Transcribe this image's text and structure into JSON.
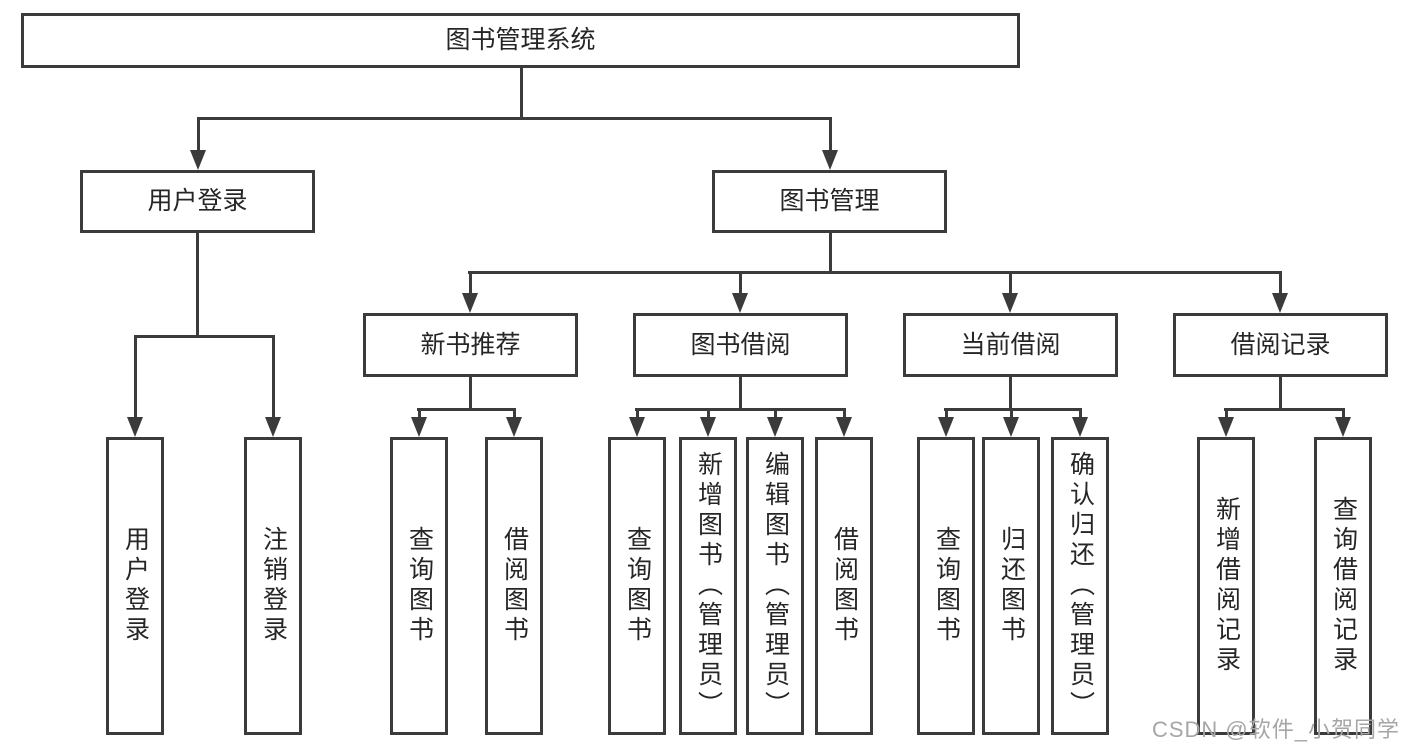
{
  "tree": {
    "root": {
      "label": "图书管理系统",
      "children": [
        {
          "label": "用户登录",
          "children": [
            {
              "label": "用户登录"
            },
            {
              "label": "注销登录"
            }
          ]
        },
        {
          "label": "图书管理",
          "children": [
            {
              "label": "新书推荐",
              "children": [
                {
                  "label": "查询图书"
                },
                {
                  "label": "借阅图书"
                }
              ]
            },
            {
              "label": "图书借阅",
              "children": [
                {
                  "label": "查询图书"
                },
                {
                  "label": "新增图书（管理员）"
                },
                {
                  "label": "编辑图书（管理员）"
                },
                {
                  "label": "借阅图书"
                }
              ]
            },
            {
              "label": "当前借阅",
              "children": [
                {
                  "label": "查询图书"
                },
                {
                  "label": "归还图书"
                },
                {
                  "label": "确认归还（管理员）"
                }
              ]
            },
            {
              "label": "借阅记录",
              "children": [
                {
                  "label": "新增借阅记录"
                },
                {
                  "label": "查询借阅记录"
                }
              ]
            }
          ]
        }
      ]
    }
  },
  "watermark": {
    "text": "CSDN @软件_小贺同学"
  },
  "colors": {
    "line": "#3b3b3b",
    "text": "#262626",
    "background": "#ffffff",
    "watermark": "#a6a6a6"
  }
}
